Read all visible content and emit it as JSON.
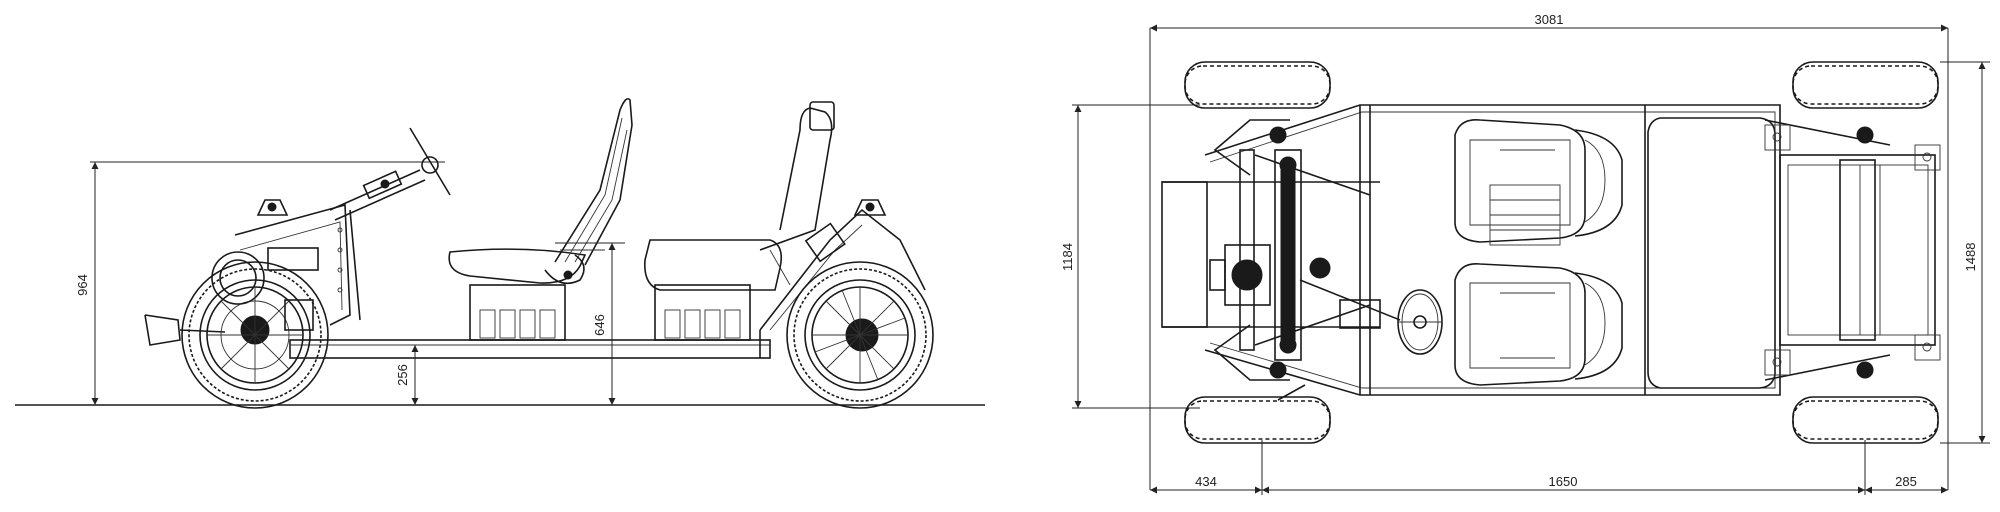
{
  "side_view": {
    "dimensions": {
      "overall_height": "964",
      "seat_height": "646",
      "ground_clearance": "256"
    }
  },
  "top_view": {
    "dimensions": {
      "overall_length": "3081",
      "track_width_left": "1184",
      "overall_width_right": "1488",
      "front_overhang": "434",
      "wheelbase": "1650",
      "rear_overhang": "285"
    }
  }
}
